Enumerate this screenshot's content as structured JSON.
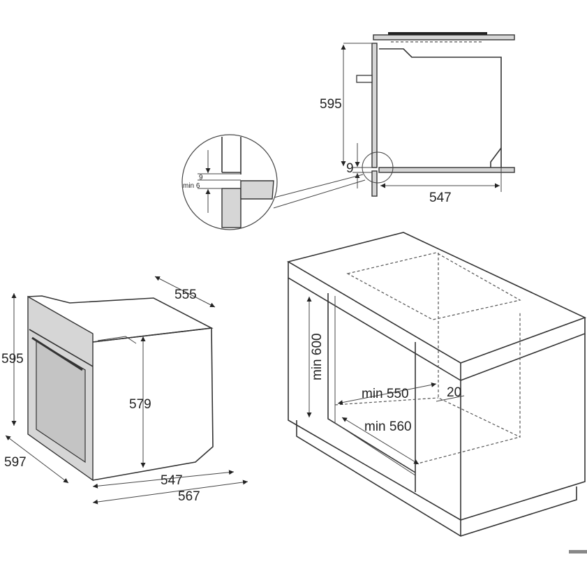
{
  "section_view": {
    "height": "595",
    "gap": "9",
    "depth": "547"
  },
  "detail_view": {
    "gap_top": "9",
    "gap_min": "min 6"
  },
  "oven_view": {
    "height": "595",
    "depth_top": "555",
    "inner_height": "579",
    "width": "597",
    "depth_body": "547",
    "depth_total": "567"
  },
  "cabinet_view": {
    "niche_height": "min 600",
    "niche_width": "min 550",
    "rear_gap": "20",
    "niche_depth": "min 560"
  },
  "colors": {
    "line": "#333333",
    "fill": "#d6d6d6",
    "marker": "#888888"
  }
}
